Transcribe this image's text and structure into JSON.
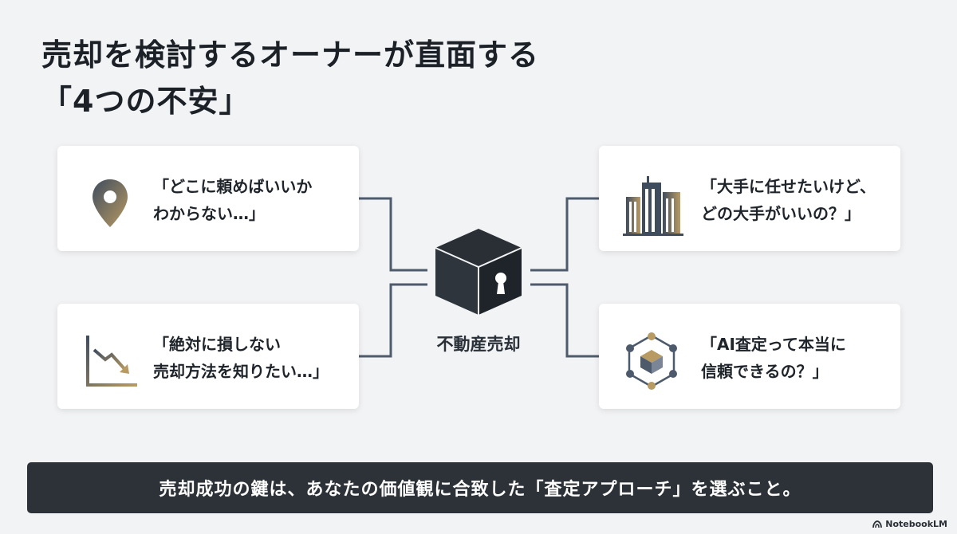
{
  "title": {
    "line1": "売却を検討するオーナーが直面する",
    "line2": "「4つの不安」"
  },
  "cards": {
    "top_left": {
      "icon": "map-pin-icon",
      "line1": "「どこに頼めばいいか",
      "line2": "わからない…」"
    },
    "bottom_left": {
      "icon": "falling-chart-icon",
      "line1": "「絶対に損しない",
      "line2": "売却方法を知りたい…」"
    },
    "top_right": {
      "icon": "office-building-icon",
      "line1": "「大手に任せたいけど、",
      "line2": "どの大手がいいの？」"
    },
    "bottom_right": {
      "icon": "ai-network-cube-icon",
      "line1": "「AI査定って本当に",
      "line2": "信頼できるの？」"
    }
  },
  "center": {
    "icon": "locked-box-icon",
    "label": "不動産売却"
  },
  "banner": {
    "text": "売却成功の鍵は、あなたの価値観に合致した「査定アプローチ」を選ぶこと。"
  },
  "brand": {
    "icon": "notebooklm-logo-icon",
    "name": "NotebookLM"
  },
  "colors": {
    "accent_gold": "#b89a63",
    "slate": "#4c5a6c",
    "dark": "#2d3239",
    "connector": "#4e5b6c"
  }
}
